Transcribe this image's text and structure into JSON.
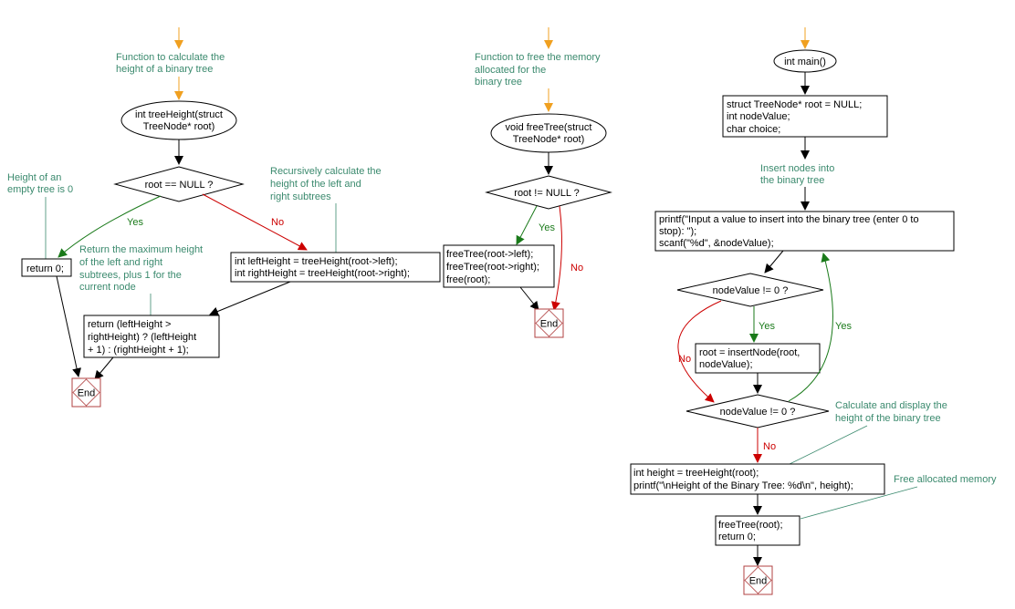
{
  "colors": {
    "entry_arrow": "#f0a020",
    "comment_text": "#3b8a6e",
    "yes_branch": "#1a7a1a",
    "no_branch": "#cc0000",
    "end_box": "#b04040",
    "box_stroke": "#000000"
  },
  "tree_height": {
    "comment": [
      "Function to calculate the",
      "height of a binary tree"
    ],
    "signature": [
      "int treeHeight(struct",
      "TreeNode* root)"
    ],
    "condition": "root == NULL ?",
    "yes_label": "Yes",
    "no_label": "No",
    "empty_comment": [
      "Height of an",
      "empty tree is 0"
    ],
    "return_zero": "return 0;",
    "recursive_comment": [
      "Recursively calculate the",
      "height of the left and",
      "right subtrees"
    ],
    "recursive_code": [
      "int leftHeight = treeHeight(root->left);",
      "int rightHeight = treeHeight(root->right);"
    ],
    "max_comment": [
      "Return the maximum height",
      "of the left and right",
      "subtrees, plus 1 for the",
      "current node"
    ],
    "return_max": [
      "return (leftHeight >",
      "rightHeight) ? (leftHeight",
      "+ 1) : (rightHeight + 1);"
    ],
    "end_label": "End"
  },
  "free_tree": {
    "comment": [
      "Function to free the memory",
      "allocated for the",
      "binary tree"
    ],
    "signature": [
      "void freeTree(struct",
      "TreeNode* root)"
    ],
    "condition": "root != NULL ?",
    "yes_label": "Yes",
    "no_label": "No",
    "free_code": [
      "freeTree(root->left);",
      "freeTree(root->right);",
      "free(root);"
    ],
    "end_label": "End"
  },
  "main_fn": {
    "signature": "int main()",
    "decl_code": [
      "struct TreeNode* root = NULL;",
      "int nodeValue;",
      "char choice;"
    ],
    "insert_comment": [
      "Insert nodes into",
      "the binary tree"
    ],
    "input_code": [
      "printf(\"Input a value to insert into the binary tree (enter 0 to",
      "stop): \");",
      "scanf(\"%d\", &nodeValue);"
    ],
    "condition1": "nodeValue != 0 ?",
    "yes1_label": "Yes",
    "no1_label": "No",
    "insert_code": [
      "root = insertNode(root,",
      "nodeValue);"
    ],
    "condition2": "nodeValue != 0 ?",
    "yes2_label": "Yes",
    "no2_label": "No",
    "height_comment": [
      "Calculate and display the",
      "height of the binary tree"
    ],
    "height_code": [
      "int height = treeHeight(root);",
      "printf(\"\\nHeight of the Binary Tree: %d\\n\", height);"
    ],
    "free_comment": "Free allocated memory",
    "free_code": [
      "freeTree(root);",
      "return 0;"
    ],
    "end_label": "End"
  }
}
